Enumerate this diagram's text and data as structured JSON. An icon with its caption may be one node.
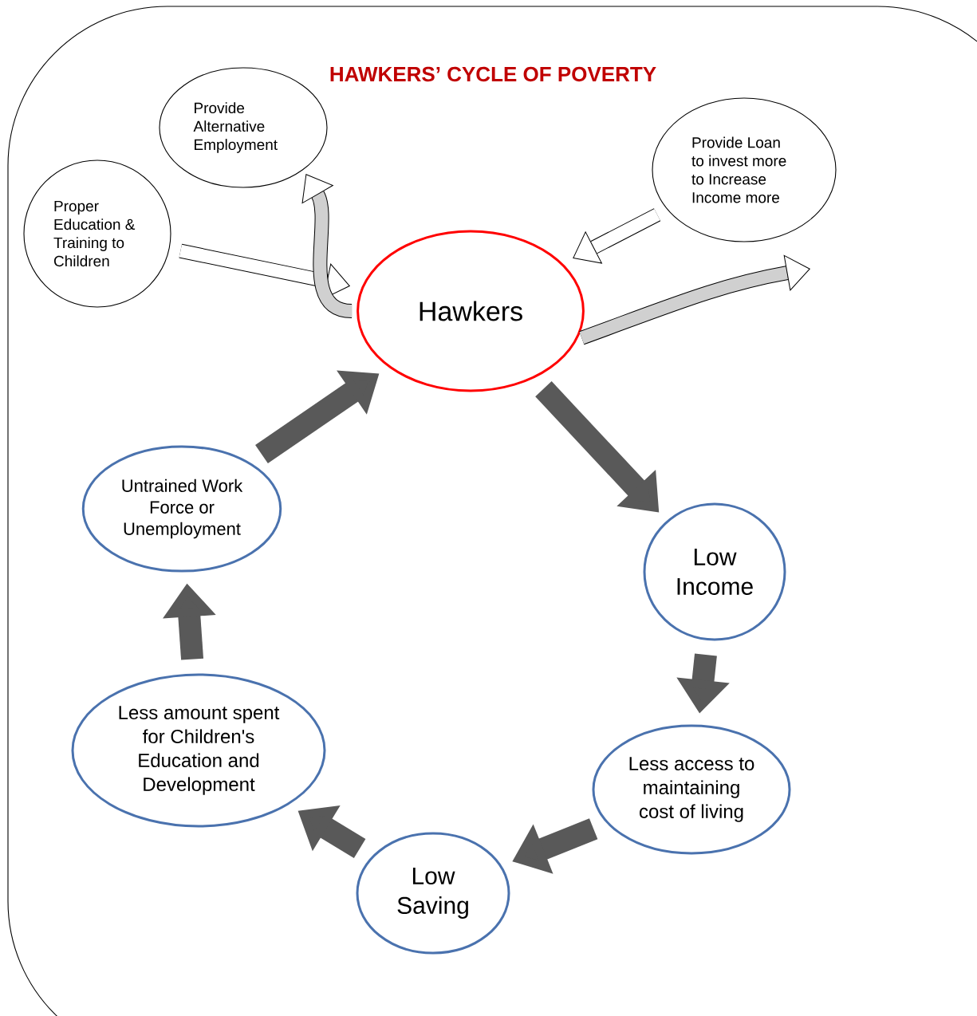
{
  "diagram": {
    "title": "HAWKERS’ CYCLE OF POVERTY",
    "nodes": [
      {
        "text": [
          "Hawkers"
        ]
      },
      {
        "text": [
          "Low Income"
        ]
      },
      {
        "text": [
          "Less access to maintaining cost of living"
        ]
      },
      {
        "text": [
          "Low Saving"
        ]
      },
      {
        "text": [
          "Less amount spent for Children's Education and Development"
        ]
      },
      {
        "text": [
          "Untrained Work Force or Unemployment"
        ]
      },
      {
        "text": [
          "Provide Alternative Employment"
        ]
      },
      {
        "text": [
          "Proper Education & Training to Children"
        ]
      },
      {
        "text": [
          "Provide Loan to invest more to Increase Income more"
        ]
      }
    ],
    "edges": [
      {
        "from": 0,
        "to": 1,
        "arrow": "to"
      },
      {
        "from": 1,
        "to": 2,
        "arrow": "to"
      },
      {
        "from": 2,
        "to": 3,
        "arrow": "to"
      },
      {
        "from": 3,
        "to": 4,
        "arrow": "to"
      },
      {
        "from": 4,
        "to": 5,
        "arrow": "to"
      },
      {
        "from": 5,
        "to": 0,
        "arrow": "to"
      },
      {
        "from": 7,
        "to": 0,
        "arrow": "to"
      },
      {
        "from": 0,
        "to": 6,
        "arrow": "to"
      },
      {
        "from": 8,
        "to": 0,
        "arrow": "to"
      },
      {
        "from": 0,
        "to": null,
        "arrow": "to"
      }
    ]
  }
}
